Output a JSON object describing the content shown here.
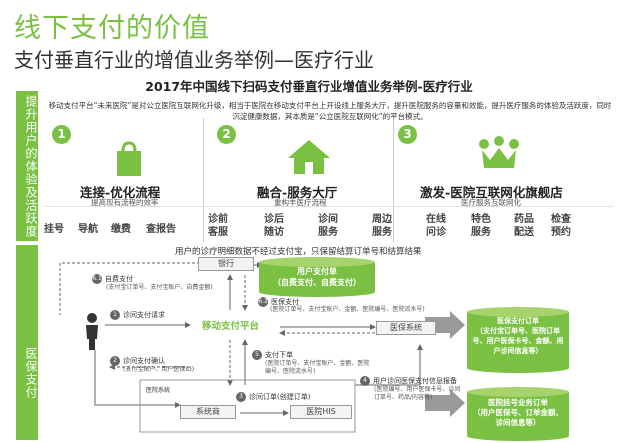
{
  "page": {
    "title": "线下支付的价值",
    "subtitle": "支付垂直行业的增值业务举例—医疗行业",
    "chart_title": "2017年中国线下扫码支付垂直行业增值业务举例-医疗行业"
  },
  "side_labels": {
    "top": "提升用户的体验及活跃度",
    "bottom": "医保支付"
  },
  "description": "移动支付平台“未来医院”是对公立医院互联网化升级，相当于医院在移动支付平台上开设线上服务大厅，提升医院服务的容量和效能，提升医疗服务的体验及活跃度，同时沉淀健康数据，其本质是“公立医院互联网化”的平台模式。",
  "sections": [
    {
      "num": "1",
      "title": "连接-优化流程",
      "subtitle": "提高现有流程的效率",
      "icon": "shopping-bag-icon"
    },
    {
      "num": "2",
      "title": "融合-服务大厅",
      "subtitle": "重构丰医疗流程",
      "icon": "house-icon"
    },
    {
      "num": "3",
      "title": "激发-医院互联网化旗舰店",
      "subtitle": "医疗服务互联网化",
      "icon": "crown-icon"
    }
  ],
  "services": {
    "s1": [
      "挂号",
      "导航",
      "缴费",
      "查报告"
    ],
    "s2": [
      "诊前\n客服",
      "诊后\n随访",
      "诊间\n服务",
      "周边\n服务"
    ],
    "s3": [
      "在线\n问诊",
      "特色\n服务",
      "药品\n配送",
      "检查\n预约"
    ]
  },
  "flow": {
    "top_note": "用户的诊疗明细数据不经过支付宝，只保留结算订单号和结算结果",
    "nodes": {
      "bank": "银行",
      "platform": "移动支付平台",
      "insurance_sys": "医保系统",
      "hospital_sys": "医院系统",
      "vendor": "系统商",
      "his": "医院HIS"
    },
    "db": {
      "user_order": "用户支付单\n（自费支付、自费支付）",
      "insurance_order": "医保支付订单\n（支付宝订单号、医院订单号、用户医保卡号、金额、用户诊间信息等）",
      "hospital_order": "医院挂号业务订单\n（用户医保号、订单金额、诊间信息等）"
    },
    "annotations": {
      "a6_1": "自费支付",
      "a6_1_sub": "(支付宝订单号、支付宝账户、自费金额)",
      "a6_2": "医保支付",
      "a6_2_sub": "(医院订单号、支付宝账户、金额、医院编号、医院流水号)",
      "a1": "诊间支付请求",
      "a2": "诊间支付确认",
      "a2_sub": "(支付宝账户、用户医保ID)",
      "a5": "支付下单",
      "a5_sub": "(医院订单号、支付宝账户、金额、医院编号、医院流水号)",
      "a3": "诊间订单(创建订单)",
      "a4": "用户诊间医保支付信息报备",
      "a4_sub": "(医院编号、用户医保卡号、诊间订单号、药品/内容等)"
    }
  },
  "colors": {
    "green": "#7ac143",
    "light_green": "#a6d36b",
    "arrow_gray": "#8f8f8f"
  }
}
